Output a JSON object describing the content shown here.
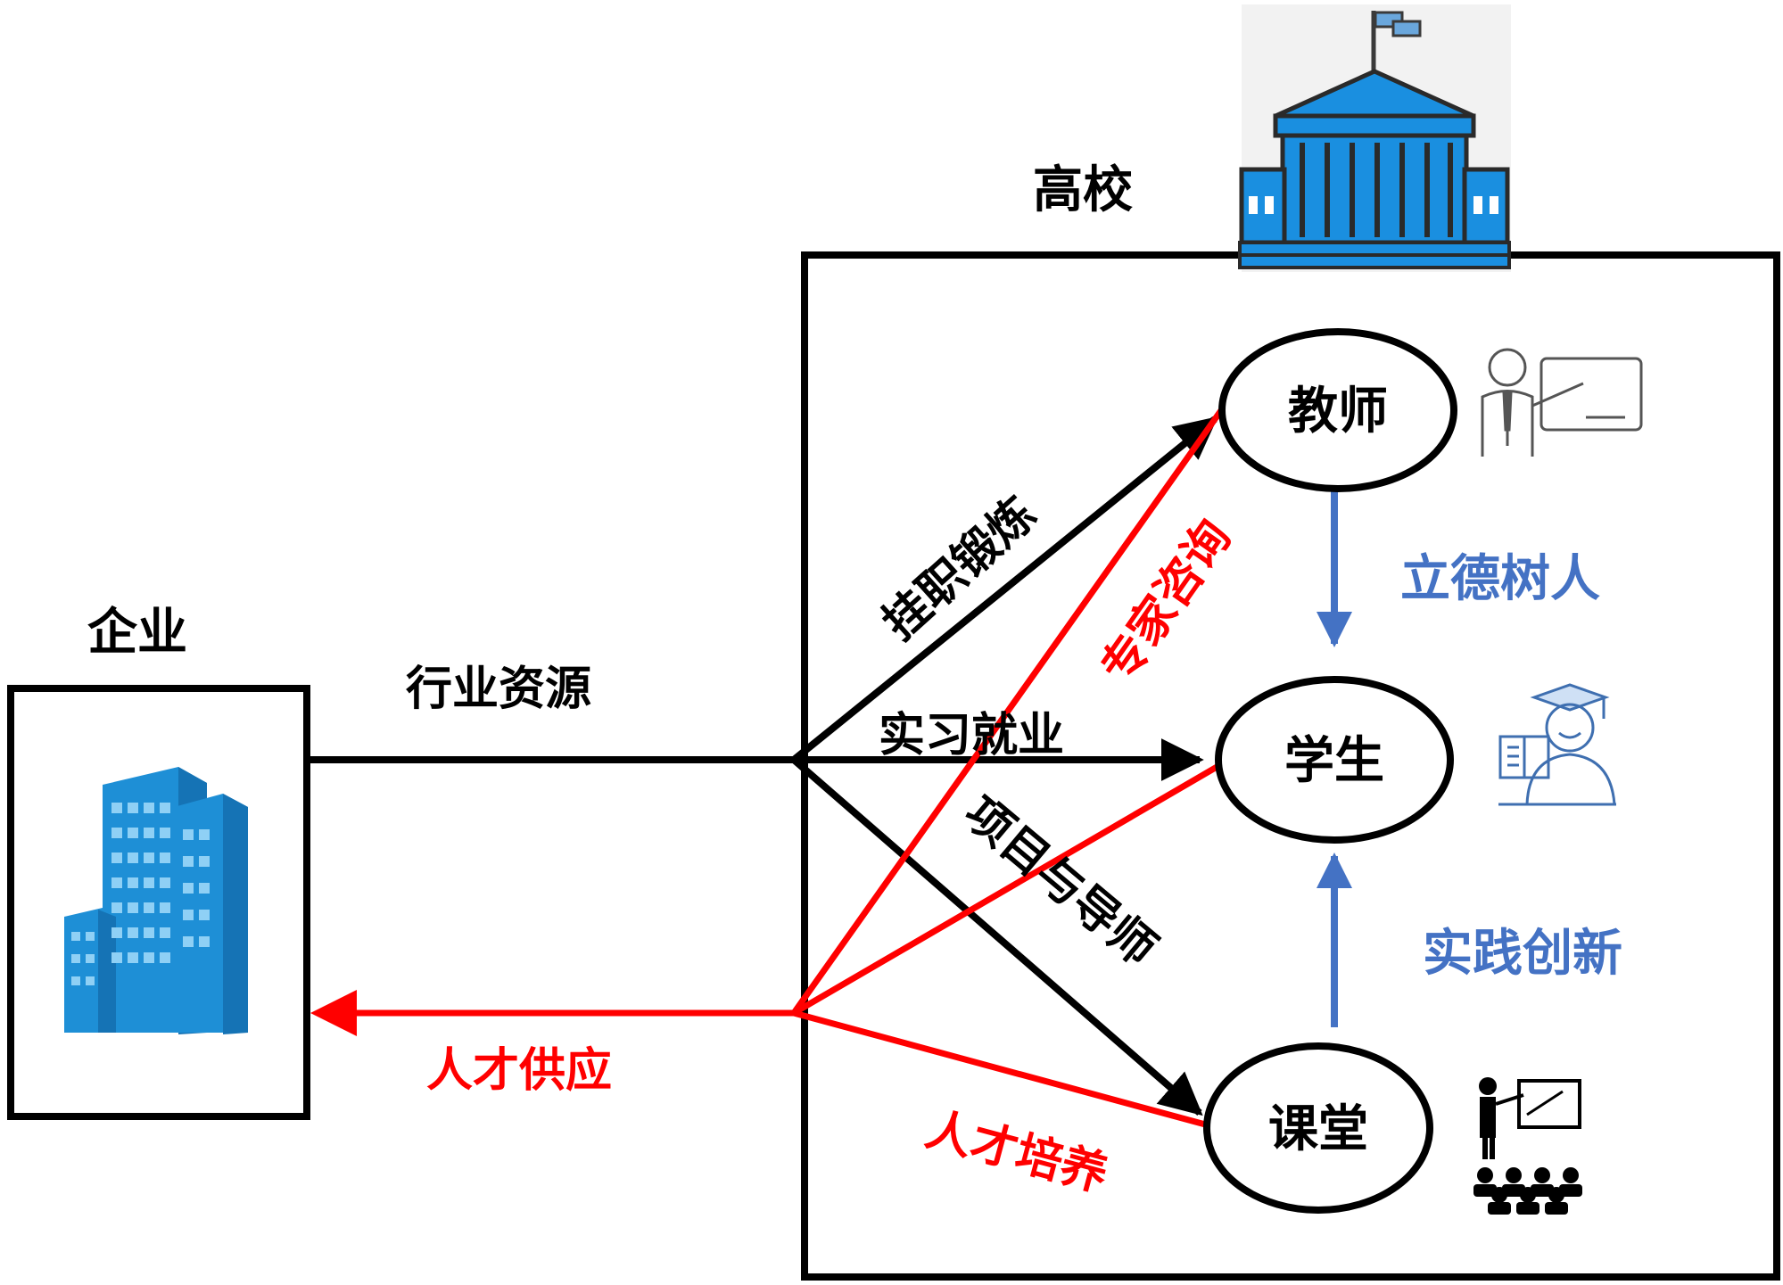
{
  "entities": {
    "enterprise": "企业",
    "university": "高校"
  },
  "nodes": {
    "teacher": "教师",
    "student": "学生",
    "classroom": "课堂"
  },
  "flows": {
    "industry_resources": "行业资源",
    "temp_post_training": "挂职锻炼",
    "internship_employment": "实习就业",
    "projects_mentors": "项目与导师",
    "expert_consulting": "专家咨询",
    "talent_supply": "人才供应",
    "talent_cultivation": "人才培养"
  },
  "internal": {
    "moral_education": "立德树人",
    "practice_innovation": "实践创新"
  },
  "colors": {
    "black_flow": "#000000",
    "red_flow": "#ff0000",
    "blue_flow": "#4472c4",
    "building_blue": "#1e8fd6",
    "university_blue": "#1a8fe0"
  },
  "icons": {
    "enterprise": "office-building-icon",
    "university": "university-building-icon",
    "teacher": "teacher-presenting-icon",
    "student": "graduate-student-icon",
    "classroom": "classroom-lecture-icon"
  }
}
